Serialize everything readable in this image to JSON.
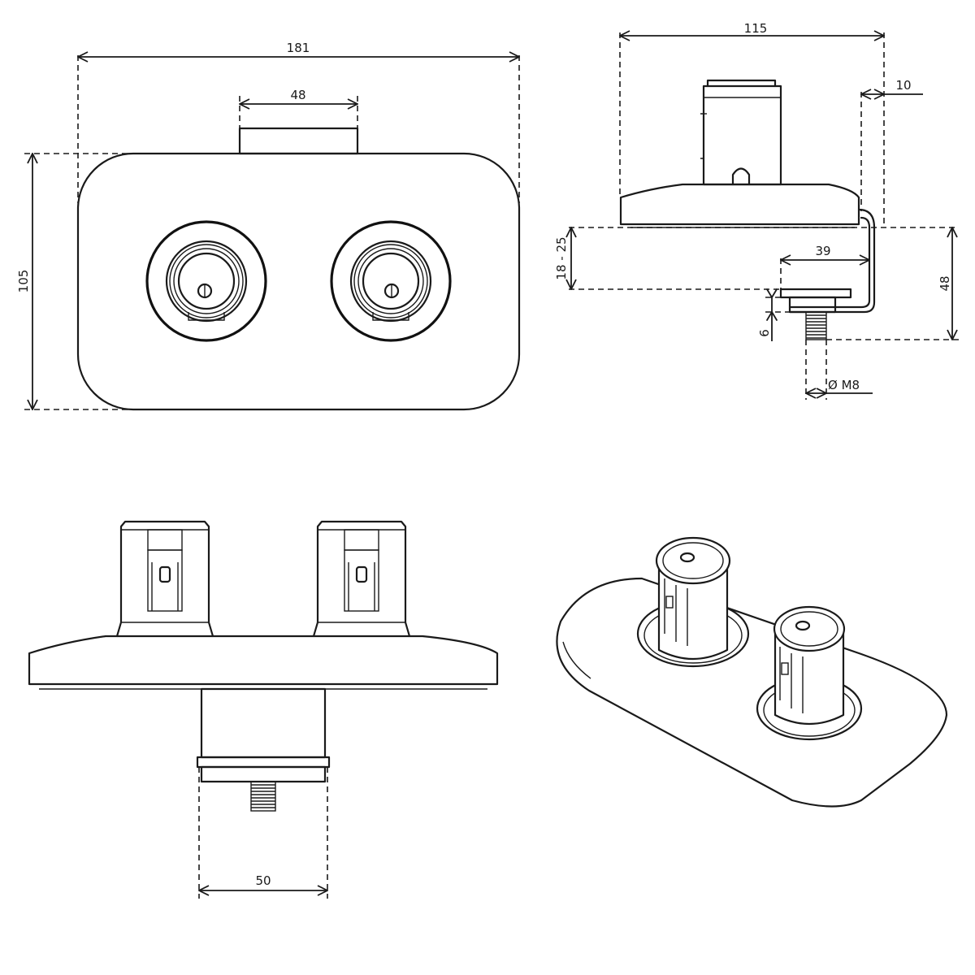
{
  "dimensions": {
    "top_width": "181",
    "top_tab": "48",
    "top_height": "105",
    "side_width": "115",
    "side_offset": "10",
    "side_clamp_range": "18 - 25",
    "side_clamp_depth": "39",
    "side_height": "48",
    "side_plate": "6",
    "side_thread": "Ø M8",
    "front_width": "50"
  },
  "views": [
    "top-view",
    "side-view",
    "front-view",
    "isometric-view"
  ]
}
